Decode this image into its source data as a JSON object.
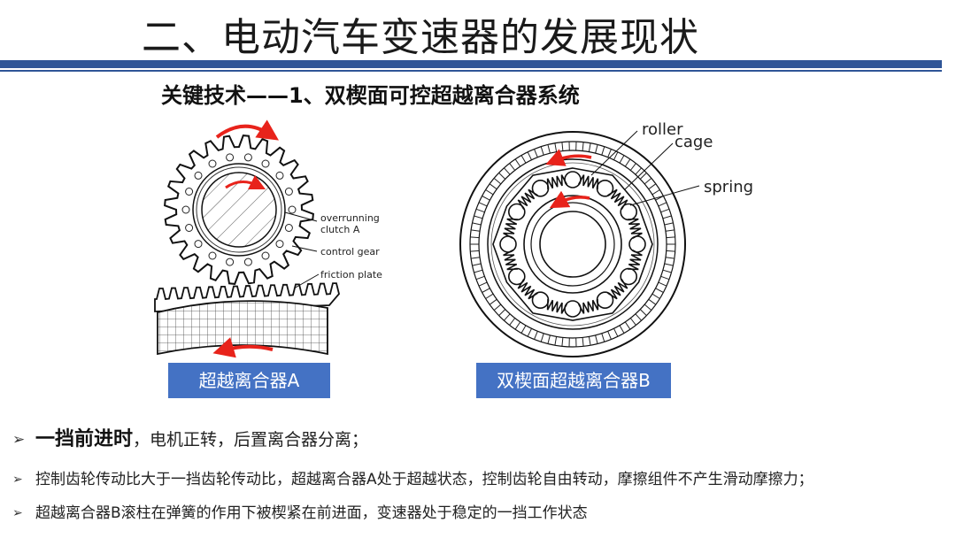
{
  "slide": {
    "title": "二、电动汽车变速器的发展现状",
    "subtitle": "关键技术——1、双楔面可控超越离合器系统"
  },
  "figure_a": {
    "labels": {
      "overrunning_line1": "overrunning",
      "overrunning_line2": "clutch A",
      "control_gear": "control gear",
      "friction_plate": "friction plate"
    },
    "caption": "超越离合器A"
  },
  "figure_b": {
    "labels": {
      "roller": "roller",
      "cage": "cage",
      "spring": "spring"
    },
    "caption": "双楔面超越离合器B"
  },
  "bullets": {
    "b1_lead": "一挡前进时",
    "b1_rest": "，电机正转，后置离合器分离；",
    "b2": "控制齿轮传动比大于一挡齿轮传动比，超越离合器A处于超越状态，控制齿轮自由转动，摩擦组件不产生滑动摩擦力；",
    "b3": "超越离合器B滚柱在弹簧的作用下被楔紧在前进面，变速器处于稳定的一挡工作状态",
    "marker": "➢"
  },
  "colors": {
    "accent": "#2f5597",
    "caption_bg": "#4472c4",
    "arrow": "#e8231b"
  }
}
